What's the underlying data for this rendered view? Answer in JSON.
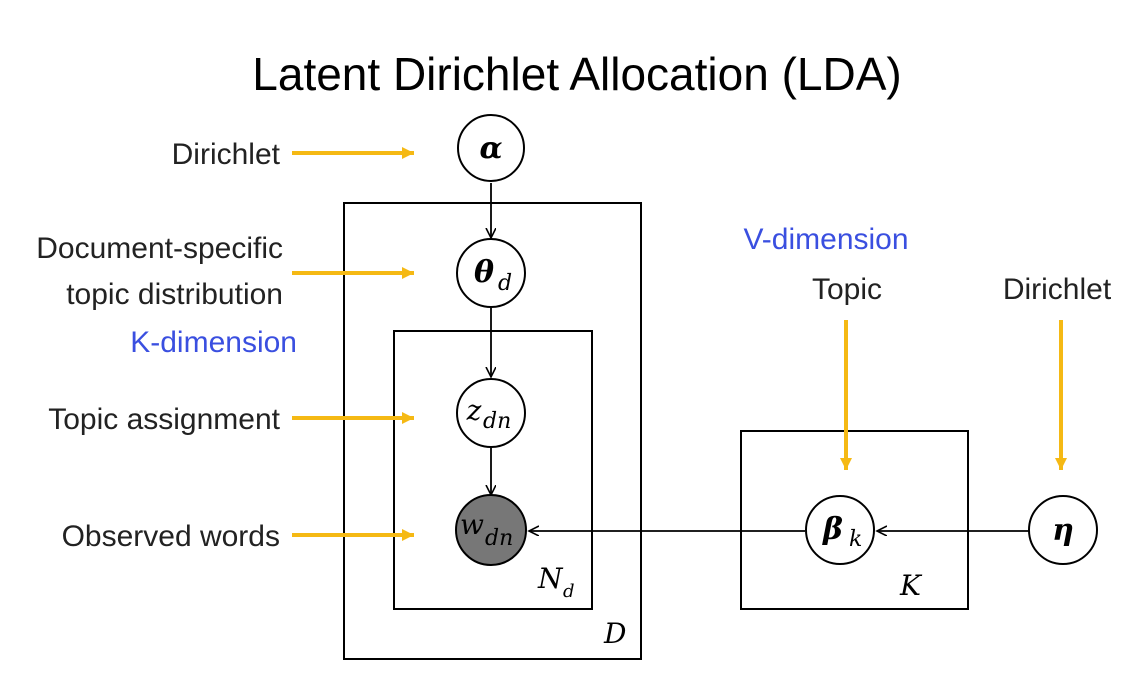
{
  "title": "Latent Dirichlet Allocation (LDA)",
  "left_labels": {
    "dirichlet": "Dirichlet",
    "doc_topic_line1": "Document-specific",
    "doc_topic_line2": "topic distribution",
    "k_dimension": "K-dimension",
    "topic_assignment": "Topic assignment",
    "observed_words": "Observed words"
  },
  "right_labels": {
    "v_dimension": "V-dimension",
    "topic": "Topic",
    "dirichlet": "Dirichlet"
  },
  "nodes": {
    "alpha": "α",
    "theta": "θ",
    "theta_sub": "d",
    "z": "z",
    "z_sub": "dn",
    "w": "w",
    "w_sub": "dn",
    "beta": "β",
    "beta_sub": "k",
    "eta": "η"
  },
  "plates": {
    "document": "D",
    "words": "N",
    "words_sub": "d",
    "topics": "K"
  },
  "colors": {
    "annotation_arrow": "#f5b914",
    "observed_fill": "#777777",
    "dimension_text": "#3a4fe0"
  }
}
